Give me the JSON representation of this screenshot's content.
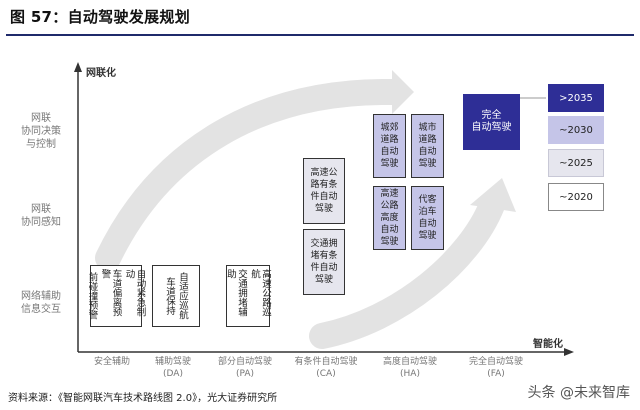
{
  "title": "图 57：自动驾驶发展规划",
  "axes": {
    "y_name": "网联化",
    "x_name": "智能化"
  },
  "y_labels": [
    {
      "line1": "网联",
      "line2": "协同决策",
      "line3": "与控制"
    },
    {
      "line1": "网联",
      "line2": "协同感知",
      "line3": ""
    },
    {
      "line1": "网络辅助",
      "line2": "信息交互",
      "line3": ""
    }
  ],
  "x_labels": [
    {
      "name": "安全辅助",
      "code": ""
    },
    {
      "name": "辅助驾驶",
      "code": "(DA)"
    },
    {
      "name": "部分自动驾驶",
      "code": "(PA)"
    },
    {
      "name": "有条件自动驾驶",
      "code": "(CA)"
    },
    {
      "name": "高度自动驾驶",
      "code": "(HA)"
    },
    {
      "name": "完全自动驾驶",
      "code": "(FA)"
    }
  ],
  "boxes": {
    "safety": [
      "前碰撞预警",
      "车道偏离预警",
      "自动紧急制动"
    ],
    "da": [
      "车道保持",
      "自适应巡航"
    ],
    "pa": [
      "交通拥堵辅助",
      "高速公路巡航"
    ],
    "ca_top": "高速公\n路有条\n件自动\n驾驶",
    "ca_bottom": "交通拥\n堵有条\n件自动\n驾驶",
    "ha1": "城郊\n道路\n自动\n驾驶",
    "ha2": "城市\n道路\n自动\n驾驶",
    "ha3": "高速\n公路\n高度\n自动\n驾驶",
    "ha4": "代客\n泊车\n自动\n驾驶",
    "fa": "完全\n自动驾驶"
  },
  "timeline": [
    ">2035",
    "~2030",
    "~2025",
    "~2020"
  ],
  "source": "资料来源：《智能网联汽车技术路线图 2.0》，光大证券研究所",
  "watermark": "头条 @未来智库",
  "colors": {
    "dark_blue": "#2e2e96",
    "lavender": "#c5c5e8",
    "light": "#e6e6ee",
    "arrow": "#e3e3e3"
  }
}
